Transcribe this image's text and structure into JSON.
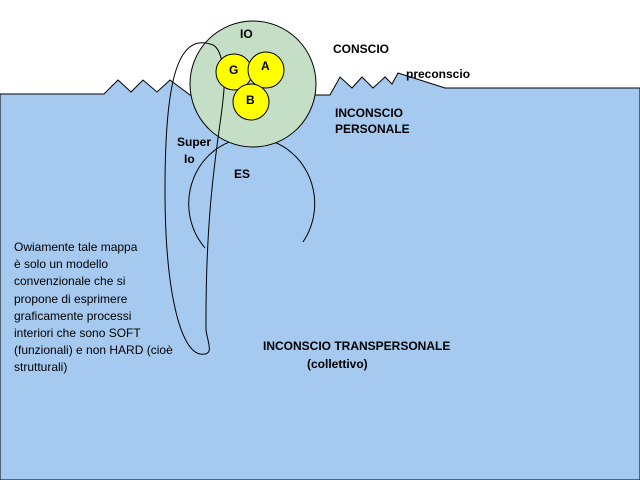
{
  "colors": {
    "sea": "#a6c9ef",
    "io_fill": "#c4dfc6",
    "ball_fill": "#ffff00",
    "stroke": "#000000"
  },
  "labels": {
    "io": "IO",
    "g": "G",
    "a": "A",
    "b": "B",
    "conscio": "CONSCIO",
    "preconscio": "preconscio",
    "inconscio_personale_line1": "INCONSCIO",
    "inconscio_personale_line2": "PERSONALE",
    "super_io_line1": "Super",
    "super_io_line2": "Io",
    "es": "ES",
    "inconscio_transpersonale": "INCONSCIO TRANSPERSONALE",
    "collettivo": "(collettivo)"
  },
  "note": "Owiamente tale mappa\nè solo un modello\nconvenzionale che si\npropone di esprimere\ngraficamente processi\ninteriori che sono SOFT\n(funzionali) e non HARD (cioè\nstrutturali)"
}
